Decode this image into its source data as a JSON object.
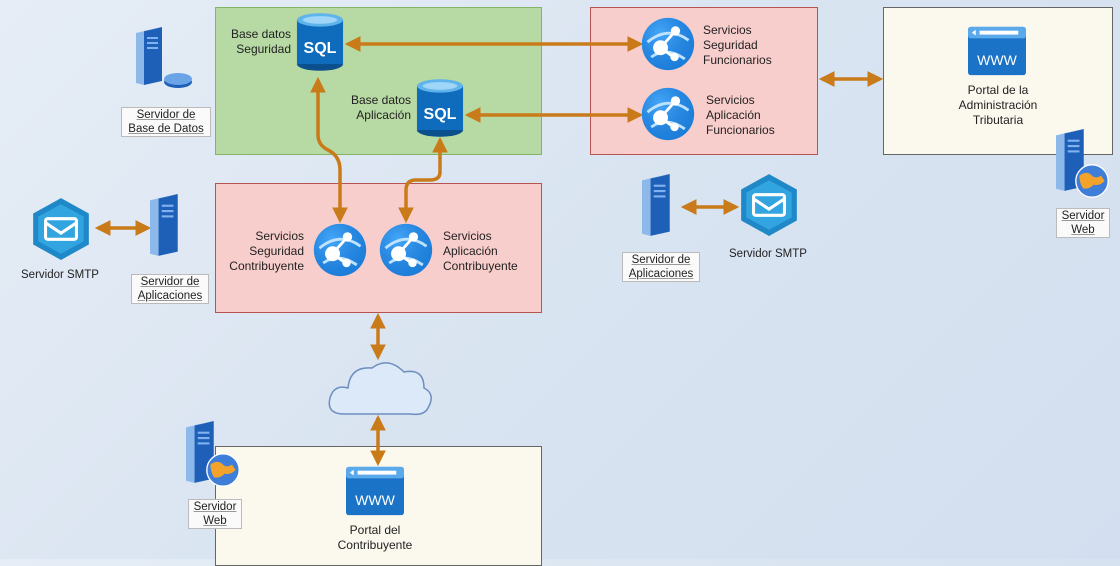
{
  "boxes": {
    "db": {
      "seguridad": "Base datos\nSeguridad",
      "aplicacion": "Base datos\nAplicación",
      "sql": "SQL"
    },
    "func": {
      "seg": "Servicios\nSeguridad\nFuncionarios",
      "app": "Servicios\nAplicación\nFuncionarios"
    },
    "portal_admin": "Portal de la\nAdministración\nTributaria",
    "contrib": {
      "seg": "Servicios\nSeguridad\nContribuyente",
      "app": "Servicios\nAplicación\nContribuyente"
    },
    "portal_contrib": "Portal del\nContribuyente",
    "www": "WWW"
  },
  "nodes": {
    "db_server": "Servidor de\nBase de Datos",
    "smtp_left": "Servidor SMTP",
    "app_server_left": "Servidor de\nAplicaciones",
    "app_server_mid": "Servidor de\nAplicaciones",
    "smtp_mid": "Servidor SMTP",
    "web_right": "Servidor\nWeb",
    "web_bottom": "Servidor\nWeb"
  },
  "colors": {
    "arrow": "#c97b1a",
    "green_box": "#b7d9a3",
    "red_box": "#f8cecc",
    "cream_box": "#fbf8ee",
    "sql_blue": "#0f6cbd",
    "azure_blue": "#1e88e5"
  }
}
